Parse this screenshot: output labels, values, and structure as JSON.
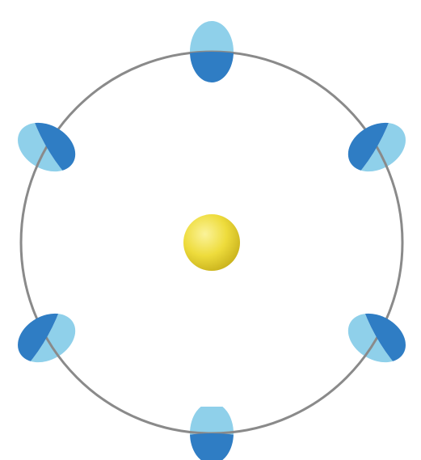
{
  "diagram": {
    "type": "orbit-diagram",
    "orbit_color": "#8a8a8a",
    "nucleus": {
      "icon": "sphere",
      "color_light": "#fbf39a",
      "color_mid": "#eedc3c",
      "color_dark": "#c9b21c"
    },
    "lobes": {
      "count": 6,
      "color_light": "#8fd0ea",
      "color_dark": "#2f7dc4"
    }
  }
}
